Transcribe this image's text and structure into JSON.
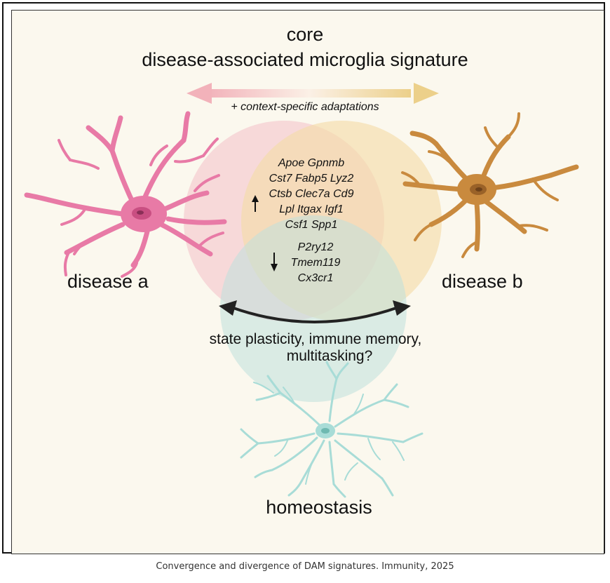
{
  "title": {
    "line1": "core",
    "line2": "disease-associated microglia signature"
  },
  "subtitle": "+ context-specific adaptations",
  "upregulated_genes": [
    "Apoe  Gpnmb",
    "Cst7  Fabp5  Lyz2",
    "Ctsb  Clec7a  Cd9",
    "Lpl  Itgax  Igf1",
    "Csf1  Spp1"
  ],
  "downregulated_genes": [
    "P2ry12",
    "Tmem119",
    "Cx3cr1"
  ],
  "labels": {
    "disease_a": "disease a",
    "disease_b": "disease b",
    "homeostasis": "homeostasis"
  },
  "plasticity": {
    "line1": "state plasticity, immune memory,",
    "line2": "multitasking?"
  },
  "caption": "Convergence and divergence of DAM signatures. Immunity, 2025",
  "colors": {
    "circle_a": "#f4c6cc",
    "circle_b": "#f3dba6",
    "circle_homeostasis": "#bfe0dc",
    "cell_a": "#e87aa6",
    "cell_b": "#c98a3e",
    "cell_homeostasis": "#a8dcd7",
    "arrow": "#222222"
  },
  "icons": [
    "up-arrow-icon",
    "down-arrow-icon",
    "double-arrow-icon",
    "gradient-double-arrow-icon"
  ]
}
